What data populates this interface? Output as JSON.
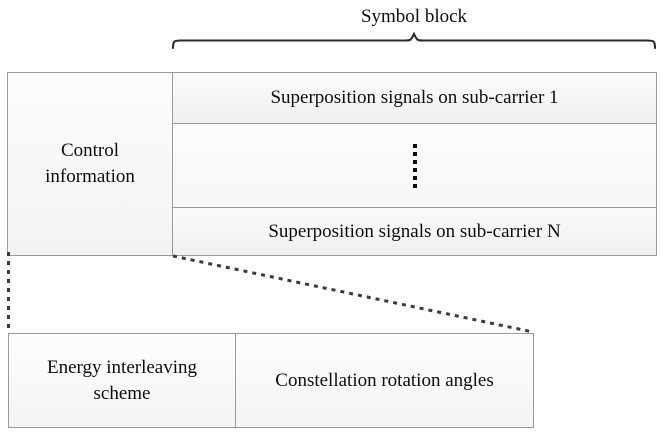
{
  "figure": {
    "title": "Symbol block",
    "frame_colors": {
      "border": "#9a9a9a",
      "cell_background_top": "#fdfdfd",
      "cell_background_bottom": "#f2f3f4",
      "text": "#0d0d0d",
      "dotted_connector": "#3a3a3a",
      "brace": "#2b2b2b",
      "page_background": "#ffffff"
    }
  },
  "main_frame": {
    "control_cell": {
      "line1": "Control",
      "line2": "information"
    },
    "symbol_rows": [
      {
        "label": "Superposition signals on sub-carrier 1"
      },
      {
        "label": "",
        "ellipsis": "vertical-dots",
        "dot_count": 6
      },
      {
        "label": "Superposition signals on sub-carrier N"
      }
    ]
  },
  "detail_frame": {
    "cells": [
      {
        "line1": "Energy interleaving",
        "line2": "scheme"
      },
      {
        "line1": "Constellation rotation angles"
      }
    ]
  },
  "connectors": {
    "left_guide": "vertical-dotted-line",
    "right_guide": "diagonal-dotted-line"
  }
}
